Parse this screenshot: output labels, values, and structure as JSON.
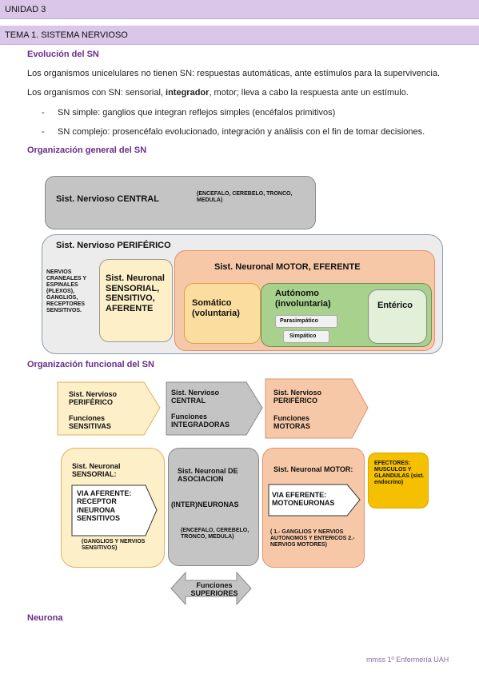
{
  "header": {
    "unit": "UNIDAD 3",
    "theme": "TEMA 1. SISTEMA NERVIOSO"
  },
  "evolucion": {
    "title": "Evolución del SN",
    "p1": "Los organismos unicelulares no tienen SN: respuestas automáticas, ante estímulos para la supervivencia.",
    "p2_pre": "Los organismos con SN: sensorial, ",
    "p2_bold": "integrador",
    "p2_post": ", motor; lleva a cabo la respuesta ante un estímulo.",
    "bullet_mark": "-",
    "b1": "SN simple: ganglios que integran reflejos simples (encéfalos primitivos)",
    "b2": "SN complejo: prosencéfalo evolucionado, integración y análisis con el fin de tomar decisiones."
  },
  "org_general": {
    "title": "Organización general del SN",
    "central_title": "Sist. Nervioso CENTRAL",
    "central_note": "(ENCEFALO, CEREBELO, TRONCO, MEDULA)",
    "periferico_title": "Sist. Nervioso PERIFÉRICO",
    "nervios_note": "NERVIOS CRANEALES Y ESPINALES (PLEXOS), GANGLIOS, RECEPTORES SENSITIVOS.",
    "sensorial": "Sist. Neuronal SENSORIAL, SENSITIVO, AFERENTE",
    "motor_title": "Sist. Neuronal MOTOR, EFERENTE",
    "somatico": "Somático (voluntaria)",
    "autonomo": "Autónomo (involuntaria)",
    "parasimpatico": "Parasimpático",
    "simpatico": "Simpático",
    "enterico": "Entérico"
  },
  "org_funcional": {
    "title": "Organización funcional del SN",
    "arrow1_title": "Sist. Nervioso PERIFÉRICO",
    "arrow1_sub": "Funciones SENSITIVAS",
    "arrow2_title": "Sist. Nervioso CENTRAL",
    "arrow2_sub": "Funciones INTEGRADORAS",
    "arrow3_title": "Sist. Nervioso PERIFÉRICO",
    "arrow3_sub": "Funciones MOTORAS",
    "sens_title": "Sist. Neuronal SENSORIAL:",
    "sens_arrow": "VIA AFERENTE: RECEPTOR /NEURONA SENSITIVOS",
    "sens_note": "(GANGLIOS Y NERVIOS SENSITIVOS)",
    "asoc_title": "Sist. Neuronal DE ASOCIACION",
    "asoc_mid": "(INTER)NEURONAS",
    "asoc_note": "(ENCEFALO, CEREBELO, TRONCO, MEDULA)",
    "motor_title": "Sist. Neuronal MOTOR:",
    "motor_arrow": "VIA EFERENTE: MOTONEURONAS",
    "motor_note": "( 1.- GANGLIOS Y NERVIOS AUTONOMOS Y ENTERICOS 2.- NERVIOS MOTORES)",
    "efectores": "EFECTORES: MUSCULOS Y GLANDULAS (sist. endocrino)",
    "superiores": "Funciones SUPERIORES"
  },
  "neurona": {
    "title": "Neurona"
  },
  "footer": {
    "text": "mmss 1º Enfermería UAH"
  },
  "colors": {
    "banner": "#d9c6e8",
    "accent": "#6a2c8c",
    "gray": "#c4c4c4",
    "light_gray": "#ececec",
    "yellow_light": "#fdefc8",
    "salmon": "#f6c8a8",
    "orange": "#f8d6b8",
    "green": "#a9d18e",
    "gold": "#f5c000"
  }
}
